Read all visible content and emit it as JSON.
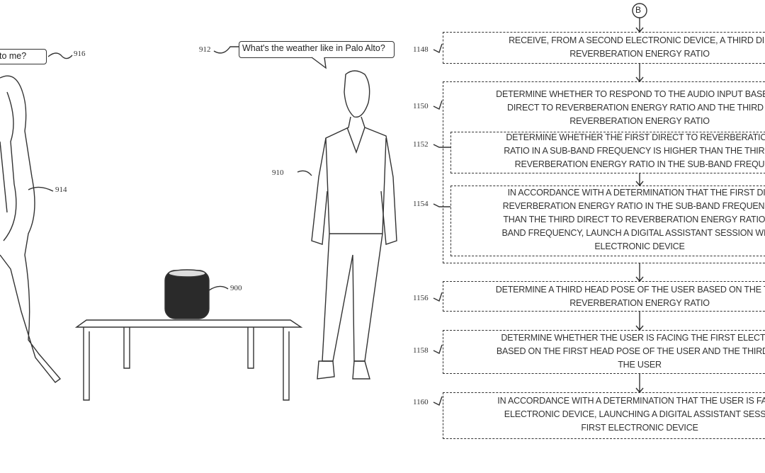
{
  "left_figure": {
    "speech_bubble_left": "to me?",
    "speech_bubble_right": "What's the weather like in Palo Alto?",
    "refs": {
      "bubble_left": "916",
      "person_left": "914",
      "device": "900",
      "person_right": "910",
      "bubble_right": "912"
    }
  },
  "flowchart": {
    "connector": "B",
    "steps": [
      {
        "ref": "1148",
        "lines": [
          "RECEIVE, FROM A SECOND ELECTRONIC DEVICE, A THIRD DIR",
          "REVERBERATION ENERGY RATIO"
        ]
      },
      {
        "ref": "1150",
        "lines": [
          "DETERMINE WHETHER TO RESPOND TO THE AUDIO INPUT BASED O",
          "DIRECT TO REVERBERATION ENERGY RATIO AND THE THIRD D",
          "REVERBERATION ENERGY RATIO"
        ]
      },
      {
        "ref": "1152",
        "lines": [
          "DETERMINE WHETHER THE FIRST DIRECT TO REVERBERATION",
          "RATIO IN A SUB-BAND FREQUENCY IS HIGHER THAN THE THIRD I",
          "REVERBERATION ENERGY RATIO IN THE SUB-BAND FREQU"
        ]
      },
      {
        "ref": "1154",
        "lines": [
          "IN ACCORDANCE WITH A DETERMINATION THAT THE FIRST DIR",
          "REVERBERATION ENERGY RATIO IN THE SUB-BAND FREQUENCY",
          "THAN THE THIRD DIRECT TO REVERBERATION ENERGY RATIO IN",
          "BAND FREQUENCY, LAUNCH A DIGITAL ASSISTANT SESSION WITH",
          "ELECTRONIC DEVICE"
        ]
      },
      {
        "ref": "1156",
        "lines": [
          "DETERMINE A THIRD HEAD POSE OF THE USER BASED ON THE THIR",
          "REVERBERATION ENERGY RATIO"
        ]
      },
      {
        "ref": "1158",
        "lines": [
          "DETERMINE WHETHER THE USER IS FACING THE FIRST ELECTRO",
          "BASED ON THE FIRST HEAD POSE OF THE USER AND THE THIRD HE",
          "THE USER"
        ]
      },
      {
        "ref": "1160",
        "lines": [
          "IN ACCORDANCE WITH A DETERMINATION THAT THE USER IS FACIN",
          "ELECTRONIC DEVICE, LAUNCHING A DIGITAL ASSISTANT SESSIO",
          "FIRST ELECTRONIC DEVICE"
        ]
      }
    ]
  }
}
